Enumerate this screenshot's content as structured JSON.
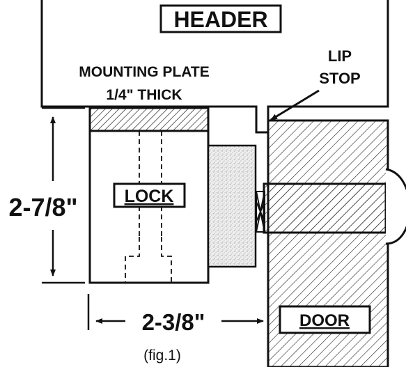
{
  "labels": {
    "header": "HEADER",
    "mounting_plate_line1": "MOUNTING PLATE",
    "mounting_plate_line2": "1/4\" THICK",
    "lip": "LIP",
    "stop": "STOP",
    "lock": "LOCK",
    "door": "DOOR",
    "height_dim": "2-7/8\"",
    "width_dim": "2-3/8\"",
    "caption": "(fig.1)"
  },
  "colors": {
    "ink": "#111111",
    "paper": "#ffffff",
    "keeper_fill": "#e6e6e6"
  }
}
